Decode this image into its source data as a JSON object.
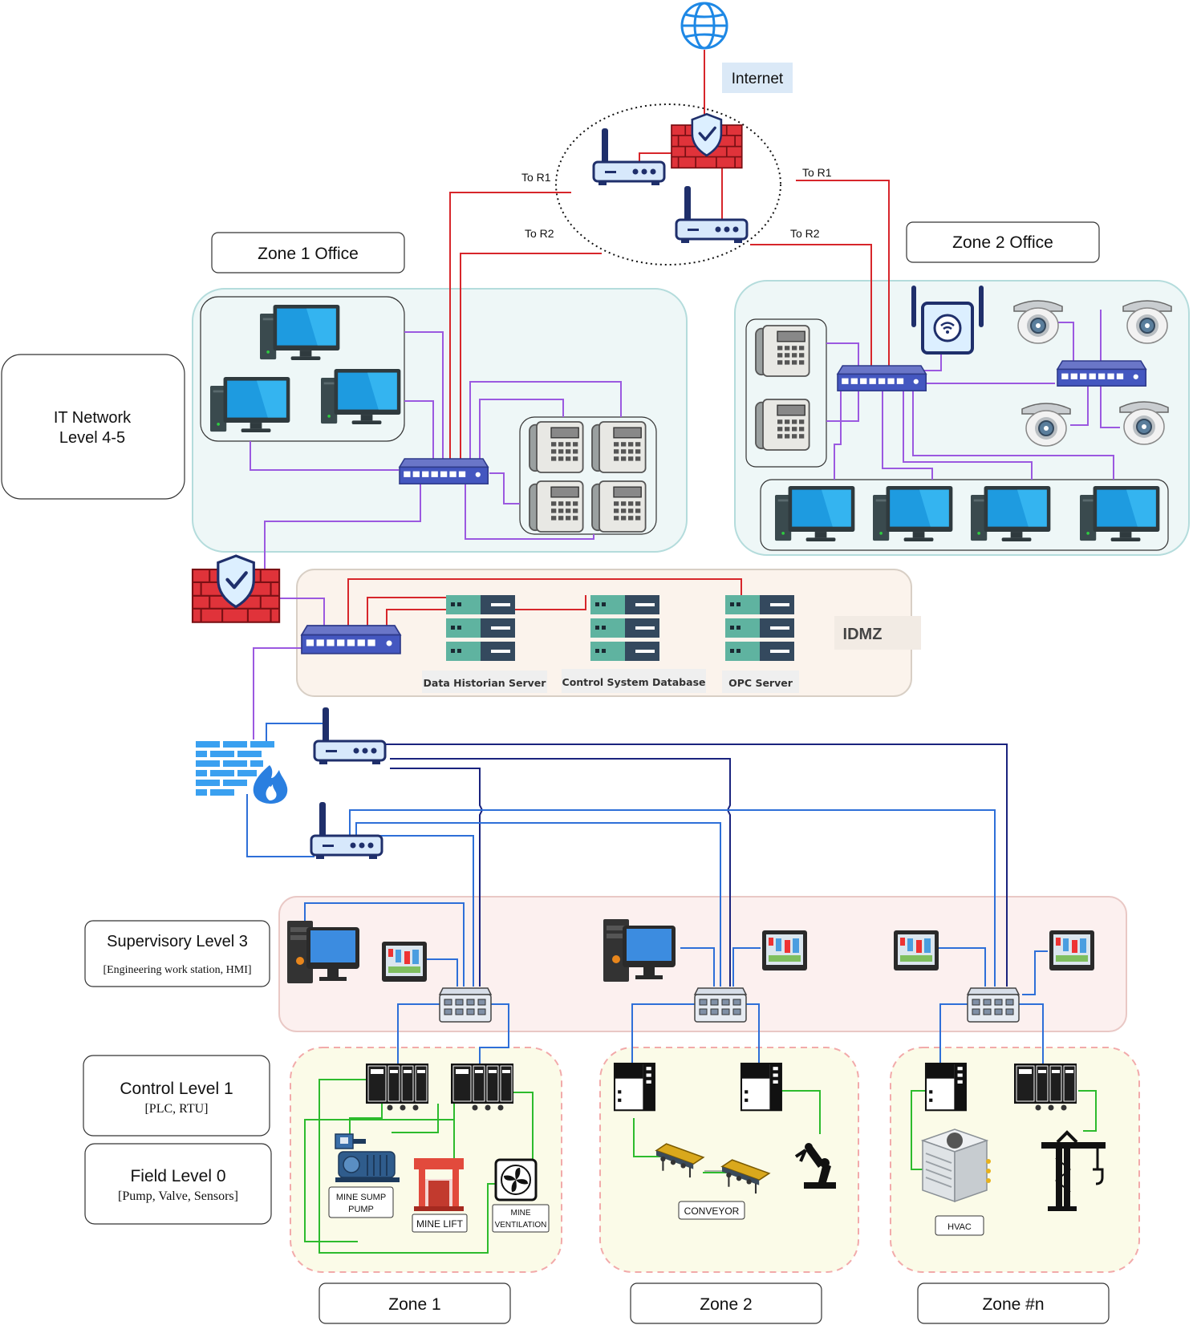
{
  "internet": {
    "label": "Internet"
  },
  "links": {
    "to_r1_left": "To R1",
    "to_r2_left": "To R2",
    "to_r1_right": "To R1",
    "to_r2_right": "To R2"
  },
  "levels": {
    "it_network": {
      "line1": "IT Network",
      "line2": "Level 4-5"
    },
    "supervisory": {
      "title": "Supervisory Level 3",
      "sub": "[Engineering work station, HMI]"
    },
    "control": {
      "title": "Control Level 1",
      "sub": "[PLC, RTU]"
    },
    "field": {
      "title": "Field Level 0",
      "sub": "[Pump, Valve, Sensors]"
    }
  },
  "offices": {
    "zone1": "Zone 1 Office",
    "zone2": "Zone 2 Office"
  },
  "idmz": {
    "label": "IDMZ",
    "servers": [
      "Data Historian Server",
      "Control System Database",
      "OPC Server"
    ]
  },
  "field_devices": {
    "pump_line1": "MINE SUMP",
    "pump_line2": "PUMP",
    "lift": "MINE LIFT",
    "vent_line1": "MINE",
    "vent_line2": "VENTILATION",
    "conveyor": "CONVEYOR",
    "hvac": "HVAC"
  },
  "zones": [
    "Zone 1",
    "Zone 2",
    "Zone #n"
  ],
  "colors": {
    "red_link": "#d7262b",
    "purple_link": "#9b59e0",
    "navy_link": "#1a237e",
    "blue_link": "#2e6fd8",
    "green_link": "#2dbb2d",
    "office_fill": "#eef7f7",
    "idmz_fill": "#fbf3ec",
    "supervisory_fill": "#fcf0ef",
    "zone_fill": "#fbfbe8"
  }
}
